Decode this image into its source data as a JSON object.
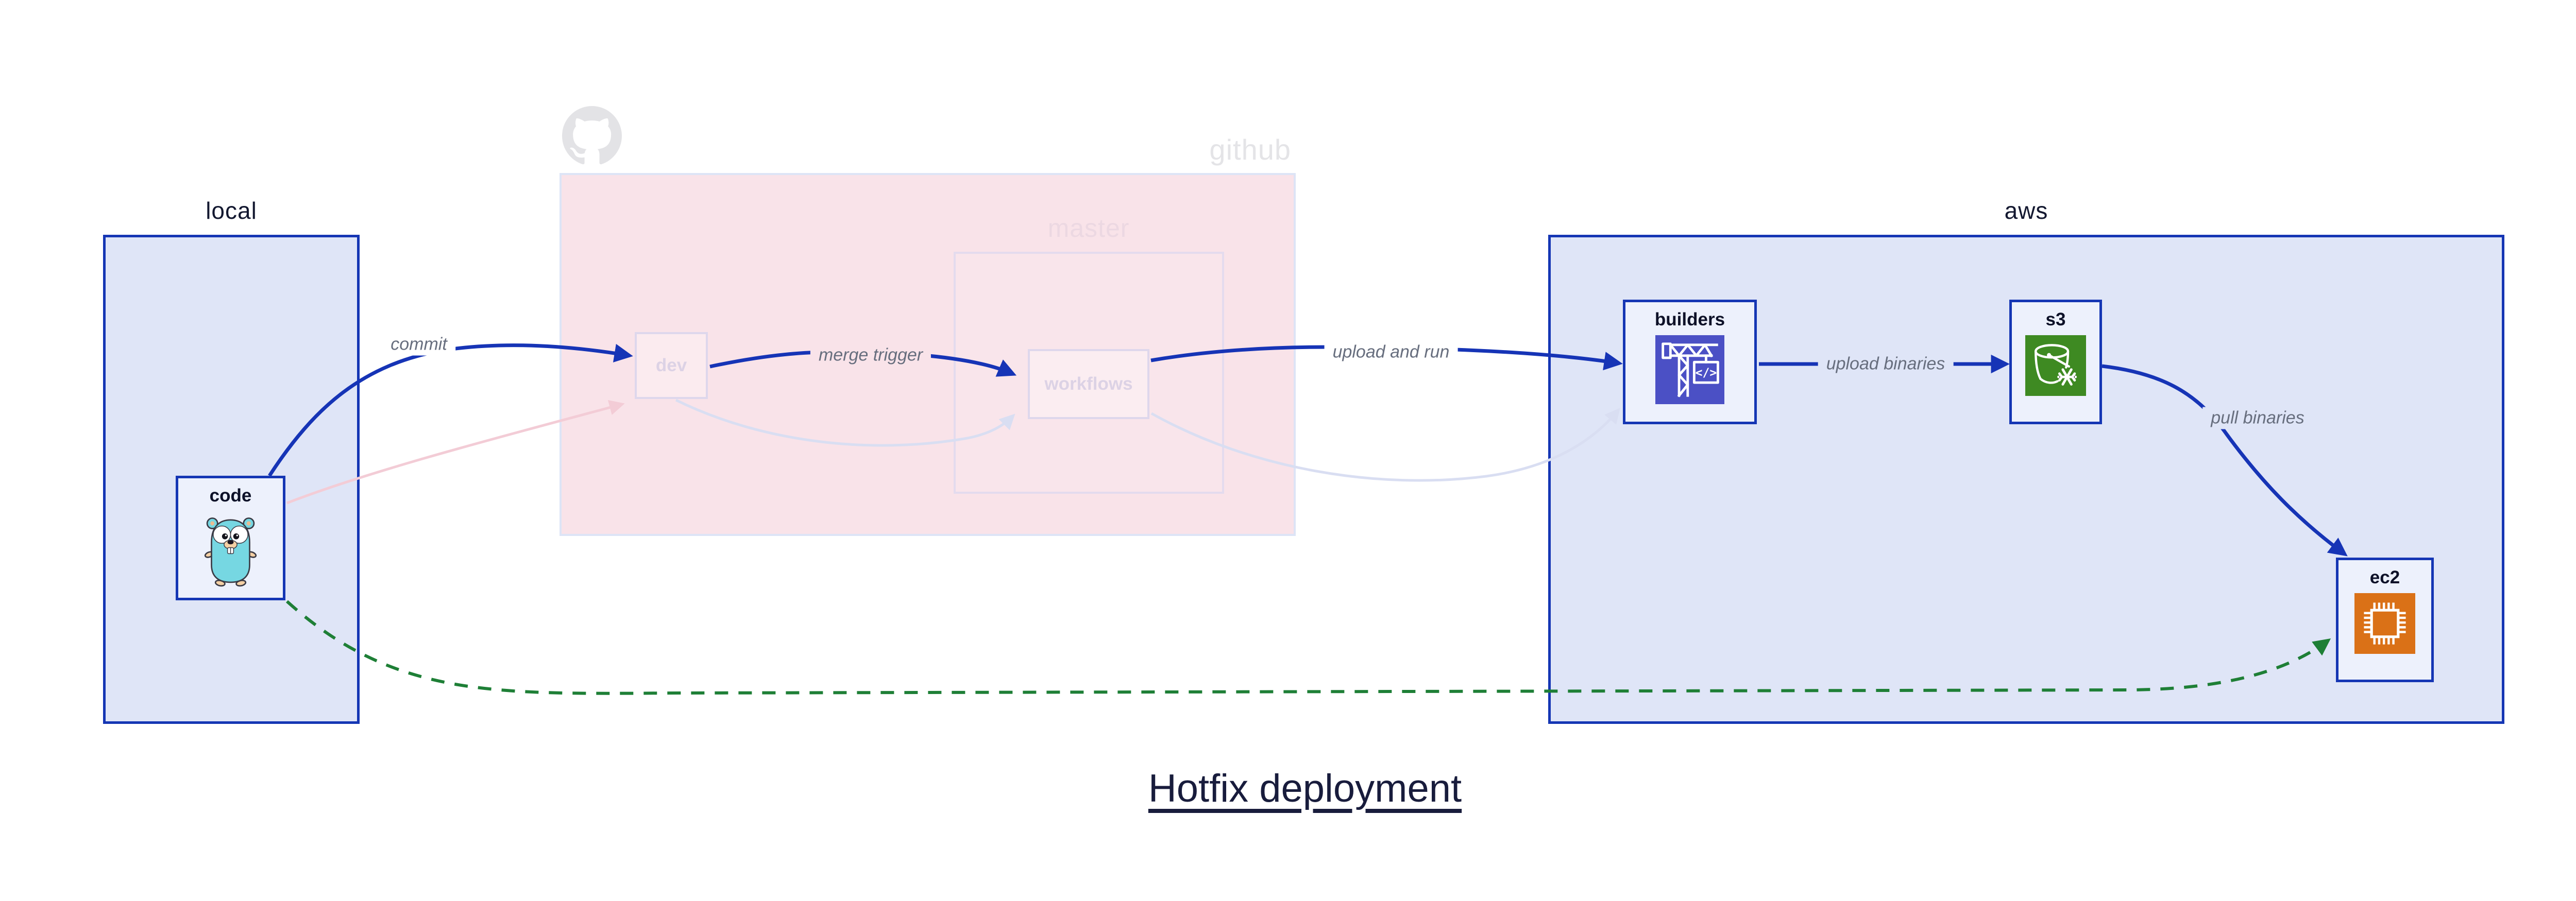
{
  "title": {
    "text": "Hotfix deployment"
  },
  "groups": {
    "local": {
      "label": "local"
    },
    "github": {
      "label": "github",
      "icon": "github-octocat-icon",
      "master": {
        "label": "master"
      }
    },
    "aws": {
      "label": "aws"
    }
  },
  "nodes": {
    "code": {
      "label": "code",
      "group": "local",
      "icon": "go-gopher-icon",
      "state": "active"
    },
    "dev": {
      "label": "dev",
      "group": "github",
      "icon": null,
      "state": "faded"
    },
    "workflows": {
      "label": "workflows",
      "group": "github.master",
      "icon": null,
      "state": "faded"
    },
    "builders": {
      "label": "builders",
      "group": "aws",
      "icon": "codebuild-crane-icon",
      "state": "active"
    },
    "s3": {
      "label": "s3",
      "group": "aws",
      "icon": "s3-bucket-snowflake-icon",
      "state": "active"
    },
    "ec2": {
      "label": "ec2",
      "group": "aws",
      "icon": "ec2-chip-icon",
      "state": "active"
    }
  },
  "edges": {
    "commit": {
      "label": "commit",
      "from": "code",
      "to": "dev",
      "style": "solid-blue"
    },
    "merge_trigger": {
      "label": "merge trigger",
      "from": "dev",
      "to": "workflows",
      "style": "solid-blue"
    },
    "upload_and_run": {
      "label": "upload and run",
      "from": "workflows",
      "to": "builders",
      "style": "solid-blue"
    },
    "upload_binaries": {
      "label": "upload binaries",
      "from": "builders",
      "to": "s3",
      "style": "solid-blue"
    },
    "pull_binaries": {
      "label": "pull binaries",
      "from": "s3",
      "to": "ec2",
      "style": "solid-blue"
    },
    "hotfix_path": {
      "label": "",
      "from": "code",
      "to": "ec2",
      "style": "dashed-green"
    },
    "faded_code_dev": {
      "label": "",
      "from": "code",
      "to": "dev",
      "style": "faded-pink"
    },
    "faded_dev_workflows": {
      "label": "",
      "from": "dev",
      "to": "workflows",
      "style": "faded-lavender"
    },
    "faded_workflows_builders": {
      "label": "",
      "from": "workflows",
      "to": "builders",
      "style": "faded-lavender"
    }
  },
  "colors": {
    "group_border_blue": "#1536b4",
    "group_fill_periwinkle": "#dfe5f7",
    "node_fill": "#edf1fc",
    "github_fill_pink": "#f9e3e9",
    "github_border": "#dde4f6",
    "faded_node_border": "#ded7ec",
    "faded_text": "#dcd2e5",
    "github_watermark_gray": "#e4e4e7",
    "arrow_blue": "#1634b6",
    "arrow_green_dashed": "#1e7f36",
    "arrow_faded_pink": "#f3ccd6",
    "arrow_faded_lavender": "#d9def2",
    "edge_label_gray": "#676e7e",
    "codebuild_indigo": "#4b50c5",
    "s3_green": "#3e8a22",
    "ec2_orange": "#da7117",
    "gopher_teal": "#76d7e2",
    "title_navy": "#181c3c"
  }
}
